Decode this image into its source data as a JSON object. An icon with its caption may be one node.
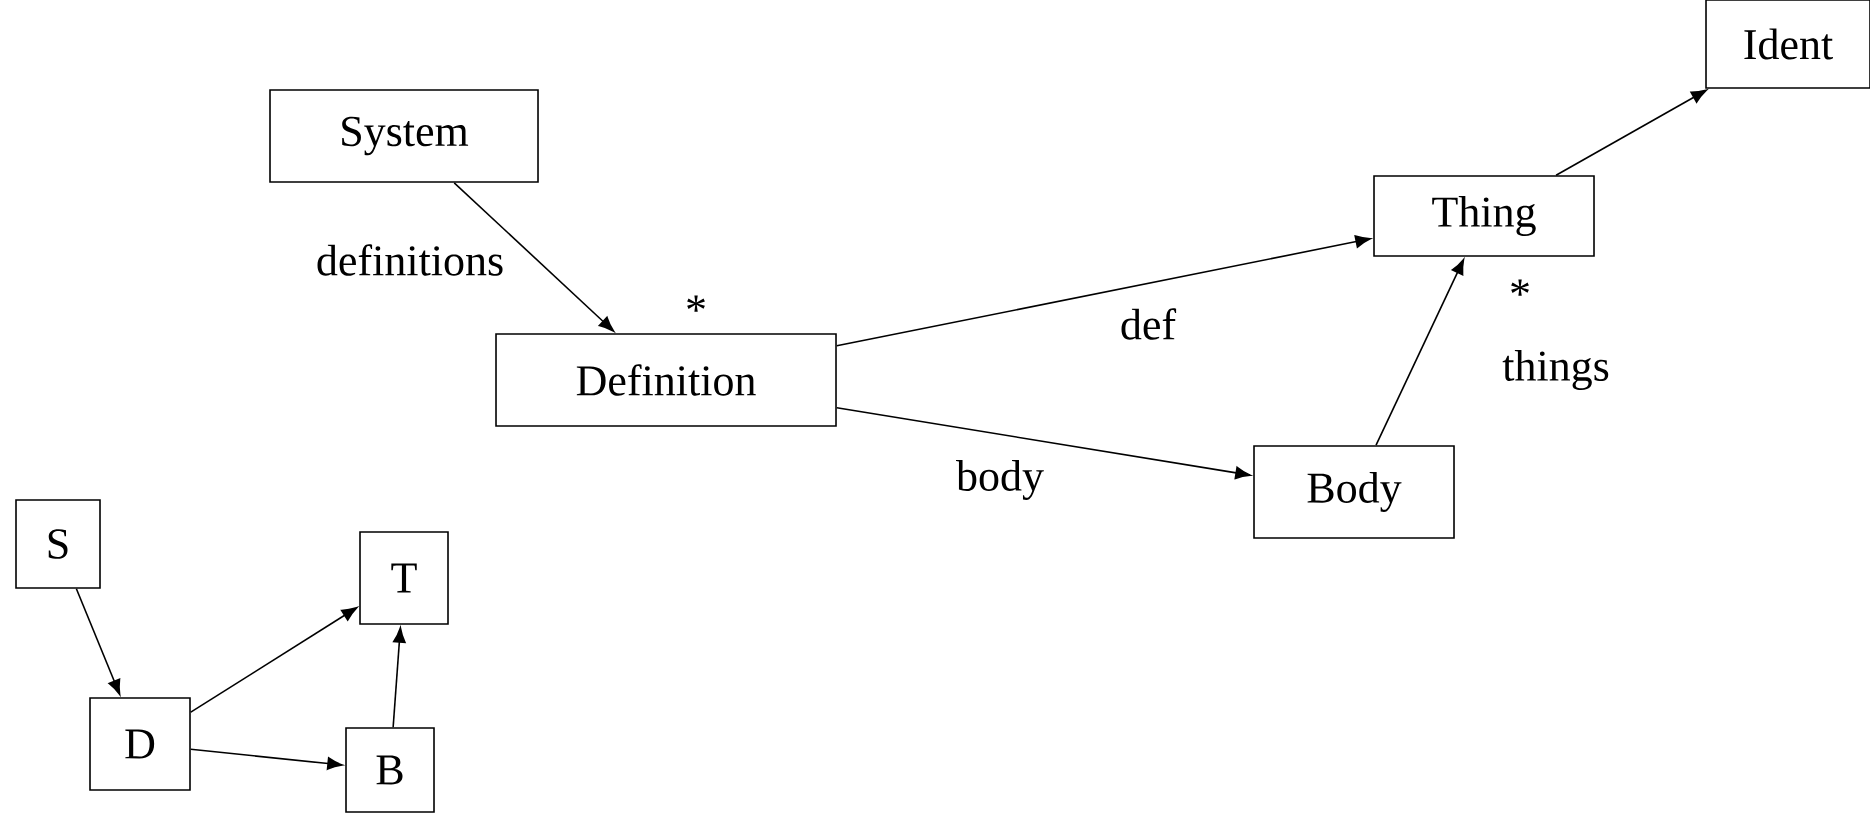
{
  "diagram": {
    "nodes": [
      {
        "text": [
          "System"
        ]
      },
      {
        "text": [
          "Definition"
        ]
      },
      {
        "text": [
          "Thing"
        ]
      },
      {
        "text": [
          "Ident"
        ]
      },
      {
        "text": [
          "Body"
        ]
      },
      {
        "text": [
          "S"
        ]
      },
      {
        "text": [
          "T"
        ]
      },
      {
        "text": [
          "D"
        ]
      },
      {
        "text": [
          "B"
        ]
      }
    ],
    "edges": [
      {
        "from": 0,
        "to": 1,
        "arrow": "to",
        "label": "definitions"
      },
      {
        "from": 1,
        "to": 2,
        "arrow": "to",
        "label": "def"
      },
      {
        "from": 1,
        "to": 4,
        "arrow": "to",
        "label": "body"
      },
      {
        "from": 4,
        "to": 2,
        "arrow": "to",
        "label": "things"
      },
      {
        "from": 2,
        "to": 3,
        "arrow": "to"
      },
      {
        "from": 5,
        "to": 7,
        "arrow": "to"
      },
      {
        "from": 7,
        "to": 6,
        "arrow": "to"
      },
      {
        "from": 7,
        "to": 8,
        "arrow": "to"
      },
      {
        "from": 8,
        "to": 6,
        "arrow": "to"
      }
    ],
    "labels": [
      "*",
      "*"
    ]
  }
}
